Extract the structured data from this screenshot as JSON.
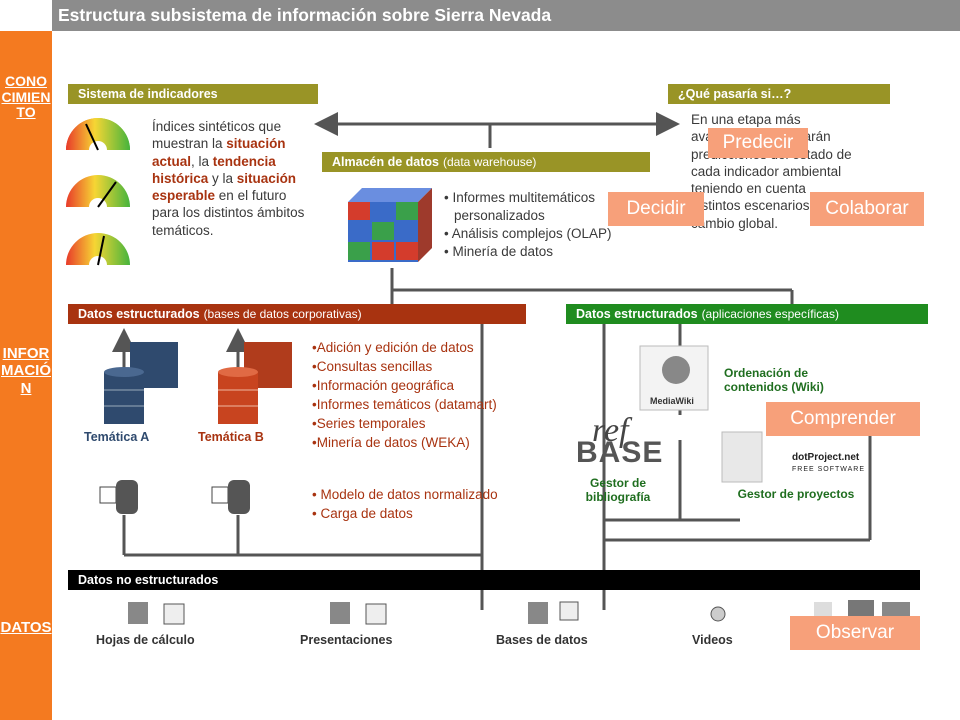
{
  "title": "Estructura subsistema de información sobre Sierra Nevada",
  "sidebar": {
    "conocimiento": "CONOCIMIENTO",
    "informacion": "INFORMACIÓN",
    "datos": "DATOS"
  },
  "indicadores": {
    "header": "Sistema de indicadores",
    "text_pre": "Índices sintéticos que muestran la ",
    "situacion_actual": "situación actual",
    "comma1": ", la ",
    "tendencia": "tendencia histórica",
    "y_la": " y la ",
    "esperable": "situación esperable",
    "text_post": " en el futuro para los distintos ámbitos temáticos."
  },
  "quepasaria": {
    "header": "¿Qué pasaría si…?",
    "text": "En una etapa más avanzada se realizarán predicciones del estado de cada indicador ambiental teniendo en cuenta distintos escenarios de cambio global."
  },
  "almacen": {
    "header": "Almacén de datos",
    "header_sub": "(data warehouse)",
    "items": [
      "Informes multitemáticos personalizados",
      "Análisis complejos (OLAP)",
      "Minería de datos"
    ]
  },
  "actions": {
    "predecir": "Predecir",
    "decidir": "Decidir",
    "colaborar": "Colaborar",
    "comprender": "Comprender",
    "observar": "Observar"
  },
  "estructurados_corp": {
    "header": "Datos estructurados",
    "header_sub": "(bases de datos corporativas)",
    "tematica_a": "Temática A",
    "tematica_b": "Temática B",
    "items": [
      "Adición y edición de datos",
      "Consultas sencillas",
      "Información geográfica",
      "Informes temáticos (datamart)",
      "Series temporales",
      "Minería de datos (WEKA)"
    ],
    "items2": [
      "Modelo de datos normalizado",
      "Carga de datos"
    ]
  },
  "estructurados_apps": {
    "header": "Datos estructurados",
    "header_sub": "(aplicaciones específicas)",
    "wiki_label": "Ordenación de contenidos (Wiki)",
    "refbase_label": "Gestor de bibliografía",
    "dotproject_label": "Gestor de proyectos",
    "refbase_logo_ref": "ref",
    "refbase_logo_base": "BASE",
    "mediawiki_logo": "MediaWiki",
    "dotproject_logo": "dotProject.net",
    "dotproject_logo_sub": "FREE SOFTWARE"
  },
  "no_estructurados": {
    "header": "Datos no estructurados",
    "items": [
      "Hojas de cálculo",
      "Presentaciones",
      "Bases de datos",
      "Videos"
    ]
  },
  "colors": {
    "sidebar": "#f47a20",
    "olive": "#999426",
    "rust": "#a83310",
    "green": "#1f8c1f",
    "action": "#f7a07a",
    "blue_db": "#2f4a6e",
    "red_db": "#c8441f"
  }
}
